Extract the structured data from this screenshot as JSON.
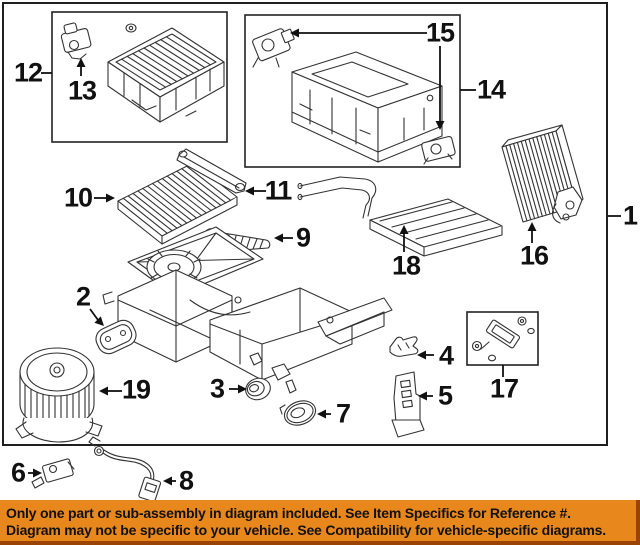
{
  "diagram": {
    "callouts": {
      "1": "1",
      "2": "2",
      "3": "3",
      "4": "4",
      "5": "5",
      "6": "6",
      "7": "7",
      "8": "8",
      "9": "9",
      "10": "10",
      "11": "11",
      "12": "12",
      "13": "13",
      "14": "14",
      "15": "15",
      "16": "16",
      "17": "17",
      "18": "18",
      "19": "19"
    }
  },
  "banner": {
    "line1": "Only one part or sub-assembly in diagram included. See Item Specifics for Reference #.",
    "line2": "Diagram may not be specific to your vehicle. See Compatibility for vehicle-specific diagrams."
  },
  "colors": {
    "banner_bg": "#E8871C",
    "banner_shadow": "#9A4303",
    "banner_text": "#111111",
    "line_art": "#333333",
    "label": "#111111"
  }
}
